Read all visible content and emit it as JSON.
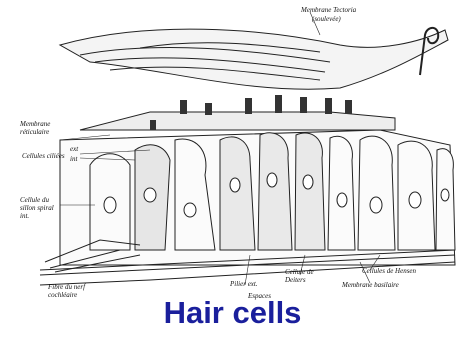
{
  "caption": "Hair cells",
  "labels": {
    "membrane_tectoria": "Membrane Tectoria",
    "membrane_tectoria_sub": "(soulevée)",
    "membrane_reticulaire": "Membrane réticulaire",
    "cellules_ciliees": "Cellules ciliées",
    "ext": "ext",
    "int": "int",
    "cellule_sillon": "Cellule du sillon spiral int.",
    "fibre_nerf": "Fibre du nerf cochléaire",
    "pilier_ext": "Pilier ext.",
    "cellule_deiters": "Cellule de Deiters",
    "espaces": "Espaces",
    "cellules_hensen": "Cellules de Hensen",
    "membrane_basilaire": "Membrane basilaire"
  },
  "colors": {
    "caption": "#1a1f9c",
    "ink": "#111111"
  }
}
